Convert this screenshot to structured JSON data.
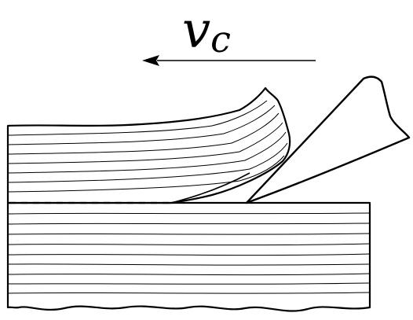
{
  "velocity": {
    "symbol": "v",
    "subscript": "c",
    "arrow_direction": "left"
  },
  "colors": {
    "stroke": "#000000",
    "background": "#ffffff"
  },
  "elements": {
    "workpiece": "wooden-block",
    "chip": "curled-chip",
    "tool": "cutting-wedge",
    "cut_line": "dashed-line"
  }
}
